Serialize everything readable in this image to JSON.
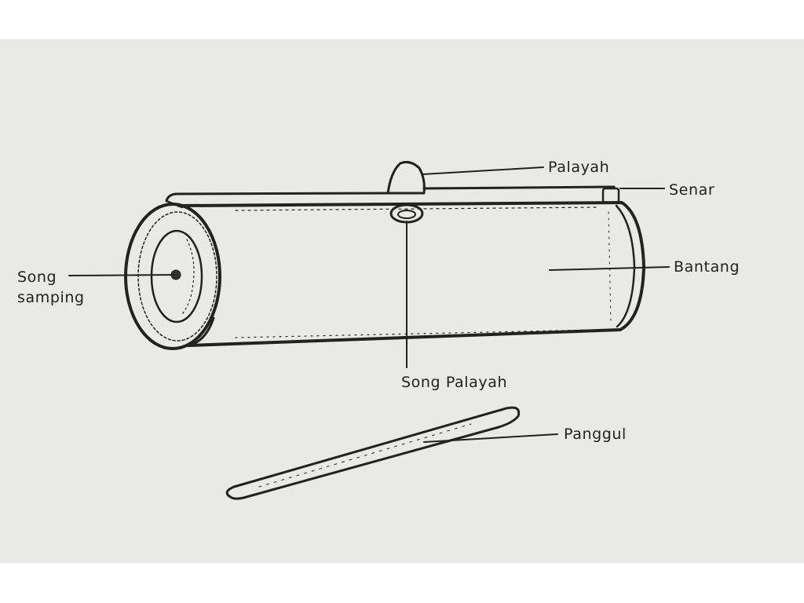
{
  "diagram": {
    "title": "",
    "labels": {
      "palayah": "Palayah",
      "senar": "Senar",
      "bantang": "Bantang",
      "song_samping_line1": "Song",
      "song_samping_line2": "samping",
      "song_palayah": "Song Palayah",
      "panggul": "Panggul"
    }
  },
  "colors": {
    "background": "#ffffff",
    "paper": "#e9e9e7",
    "ink": "#222222"
  }
}
